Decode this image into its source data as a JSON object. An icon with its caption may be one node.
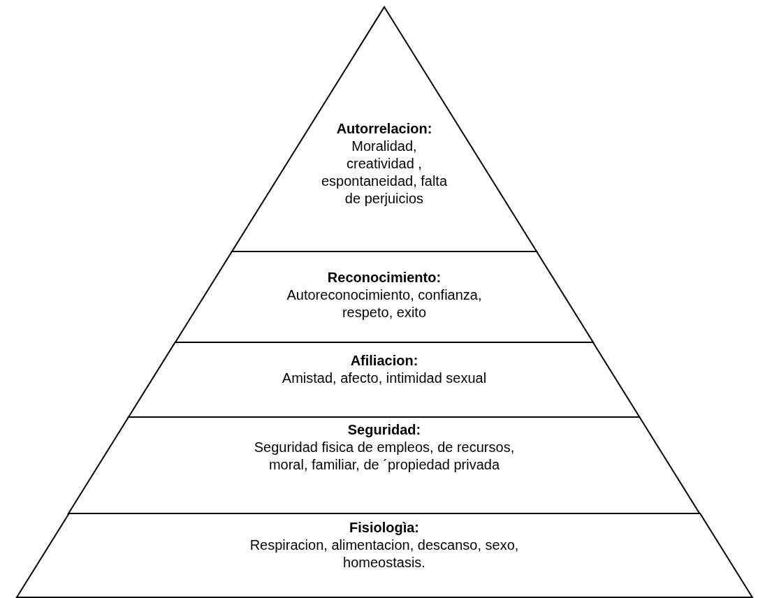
{
  "diagram": {
    "nodes": [
      {
        "text": [
          "Autorrelacion:",
          "Moralidad, creatividad , espontaneidad, falta de perjuicios"
        ]
      },
      {
        "text": [
          "Reconocimiento:",
          "Autoreconocimiento, confianza, respeto, exito"
        ]
      },
      {
        "text": [
          "Afiliacion:",
          "Amistad, afecto, intimidad sexual"
        ]
      },
      {
        "text": [
          "Seguridad:",
          "Seguridad fisica de empleos, de recursos, moral, familiar, de ´propiedad privada"
        ]
      },
      {
        "text": [
          "Fisiologìa:",
          "Respiracion, alimentacion, descanso, sexo, homeostasis."
        ]
      }
    ]
  }
}
